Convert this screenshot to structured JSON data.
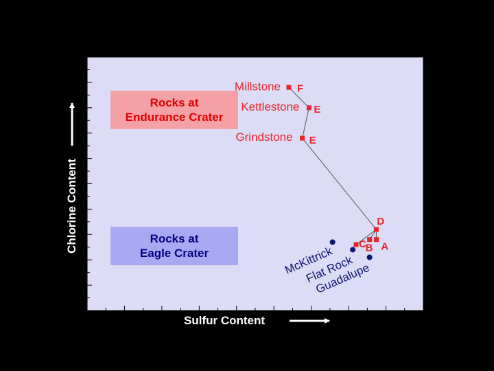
{
  "chart_data": {
    "type": "scatter",
    "xlabel": "Sulfur Content",
    "ylabel": "Chlorine Content",
    "xlim": [
      0,
      1
    ],
    "ylim": [
      0,
      1
    ],
    "grid": false,
    "background": "#dcdcf6",
    "colors": {
      "endurance": "#e8252b",
      "eagle": "#0d1470",
      "line": "#555555"
    },
    "series": [
      {
        "name": "Rocks at Endurance Crater",
        "marker": "square",
        "points": [
          {
            "label": "Millstone",
            "code": "F",
            "x": 0.6,
            "y": 0.88
          },
          {
            "label": "Kettlestone",
            "code": "E",
            "x": 0.66,
            "y": 0.8
          },
          {
            "label": "Grindstone",
            "code": "E",
            "x": 0.64,
            "y": 0.68
          },
          {
            "label": "",
            "code": "D",
            "x": 0.86,
            "y": 0.32
          },
          {
            "label": "",
            "code": "A",
            "x": 0.86,
            "y": 0.28
          },
          {
            "label": "",
            "code": "B",
            "x": 0.84,
            "y": 0.28
          },
          {
            "label": "",
            "code": "C",
            "x": 0.8,
            "y": 0.26
          }
        ]
      },
      {
        "name": "Rocks at Eagle Crater",
        "marker": "circle",
        "points": [
          {
            "label": "McKittrick",
            "x": 0.73,
            "y": 0.27
          },
          {
            "label": "Flat Rock",
            "x": 0.79,
            "y": 0.24
          },
          {
            "label": "Guadalupe",
            "x": 0.84,
            "y": 0.21
          }
        ]
      }
    ]
  },
  "legend": {
    "endurance": [
      "Rocks at",
      "Endurance Crater"
    ],
    "eagle": [
      "Rocks at",
      "Eagle Crater"
    ]
  }
}
